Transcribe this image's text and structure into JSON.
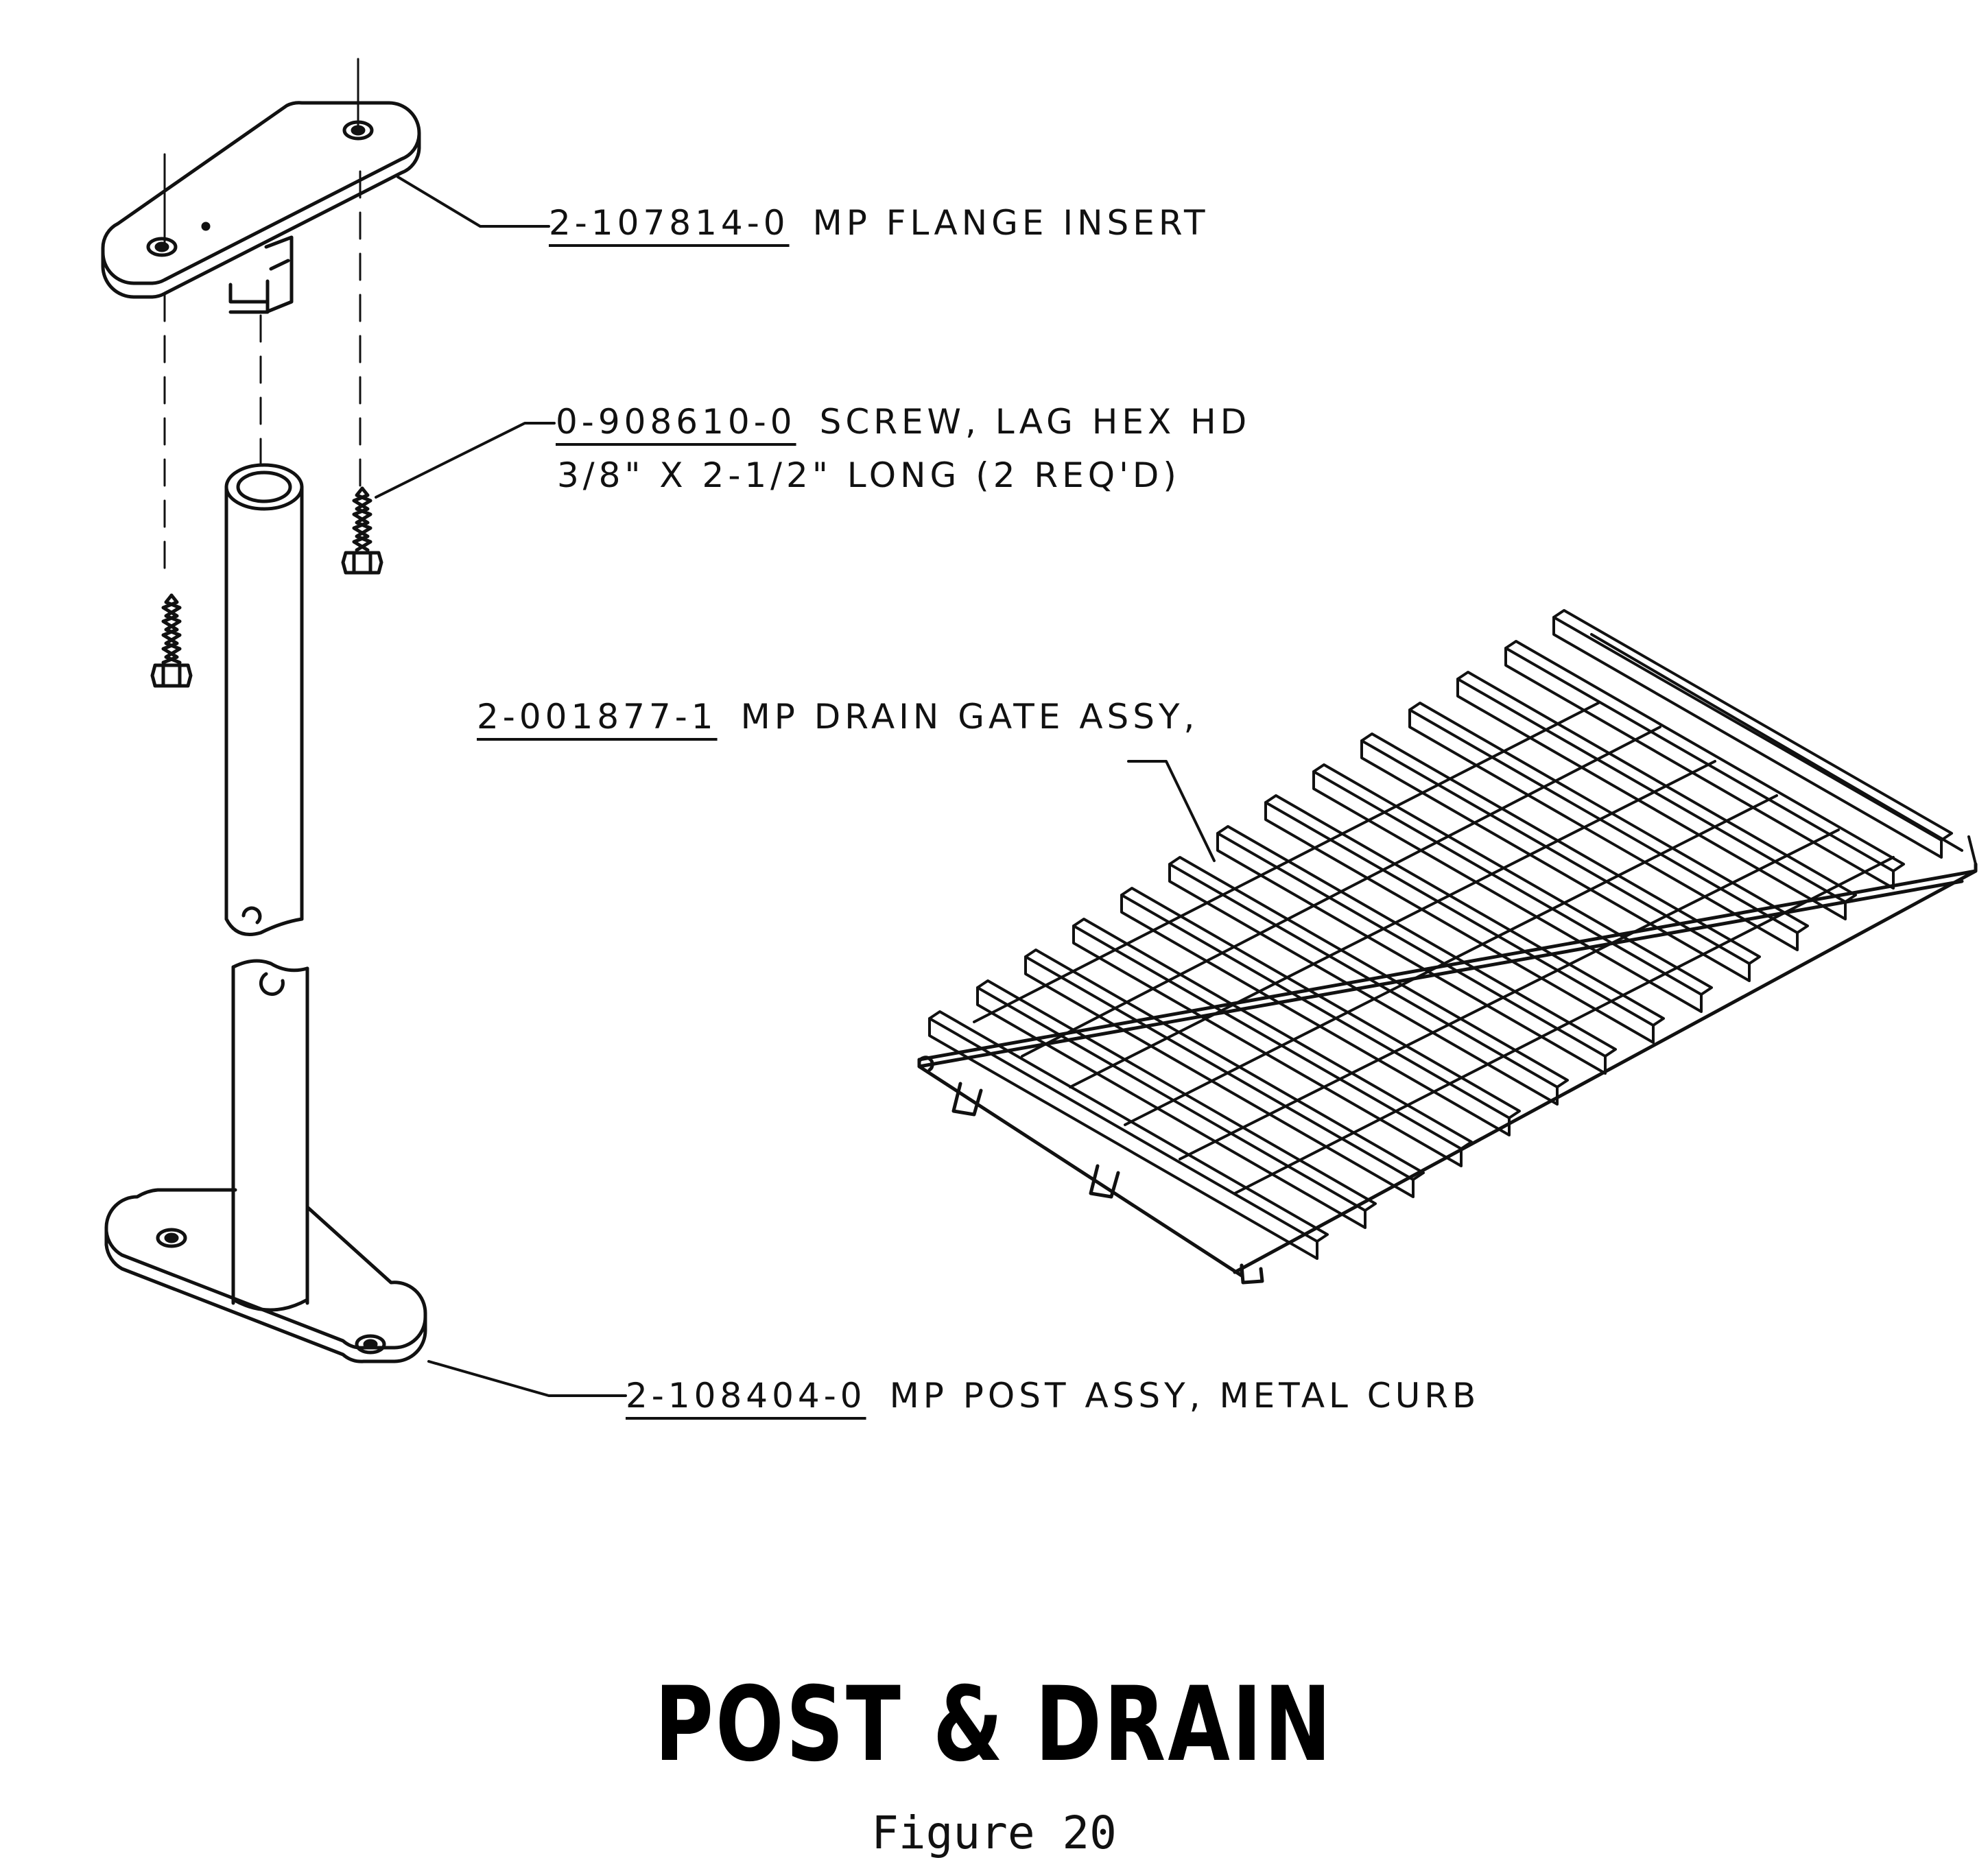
{
  "title": "POST & DRAIN",
  "subtitle": "Figure 20",
  "callouts": {
    "flange_insert": {
      "part_number": "2-107814-0",
      "description": "MP FLANGE INSERT"
    },
    "lag_screw": {
      "part_number": "0-908610-0",
      "description": "SCREW, LAG HEX HD",
      "line2": "3/8\" X 2-1/2\" LONG (2 REQ'D)"
    },
    "drain_gate": {
      "part_number": "2-001877-1",
      "description": "MP DRAIN GATE ASSY,"
    },
    "post_assy": {
      "part_number": "2-108404-0",
      "description": "MP POST ASSY, METAL CURB"
    }
  },
  "colors": {
    "ink": "#111111",
    "paper": "#ffffff"
  }
}
